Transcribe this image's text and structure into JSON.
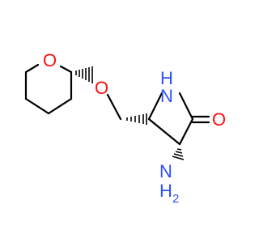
{
  "molecule": {
    "atoms": {
      "ring_oxygen": "O",
      "ether_oxygen": "O",
      "lactam_nh": "H",
      "lactam_n": "N",
      "carbonyl_oxygen": "O",
      "amine_n": "N",
      "amine_h": "H",
      "amine_subscript": "2"
    },
    "colors": {
      "oxygen": "#ff0d0d",
      "nitrogen": "#3050f8",
      "bond": "#000000",
      "background": "#ffffff"
    }
  }
}
